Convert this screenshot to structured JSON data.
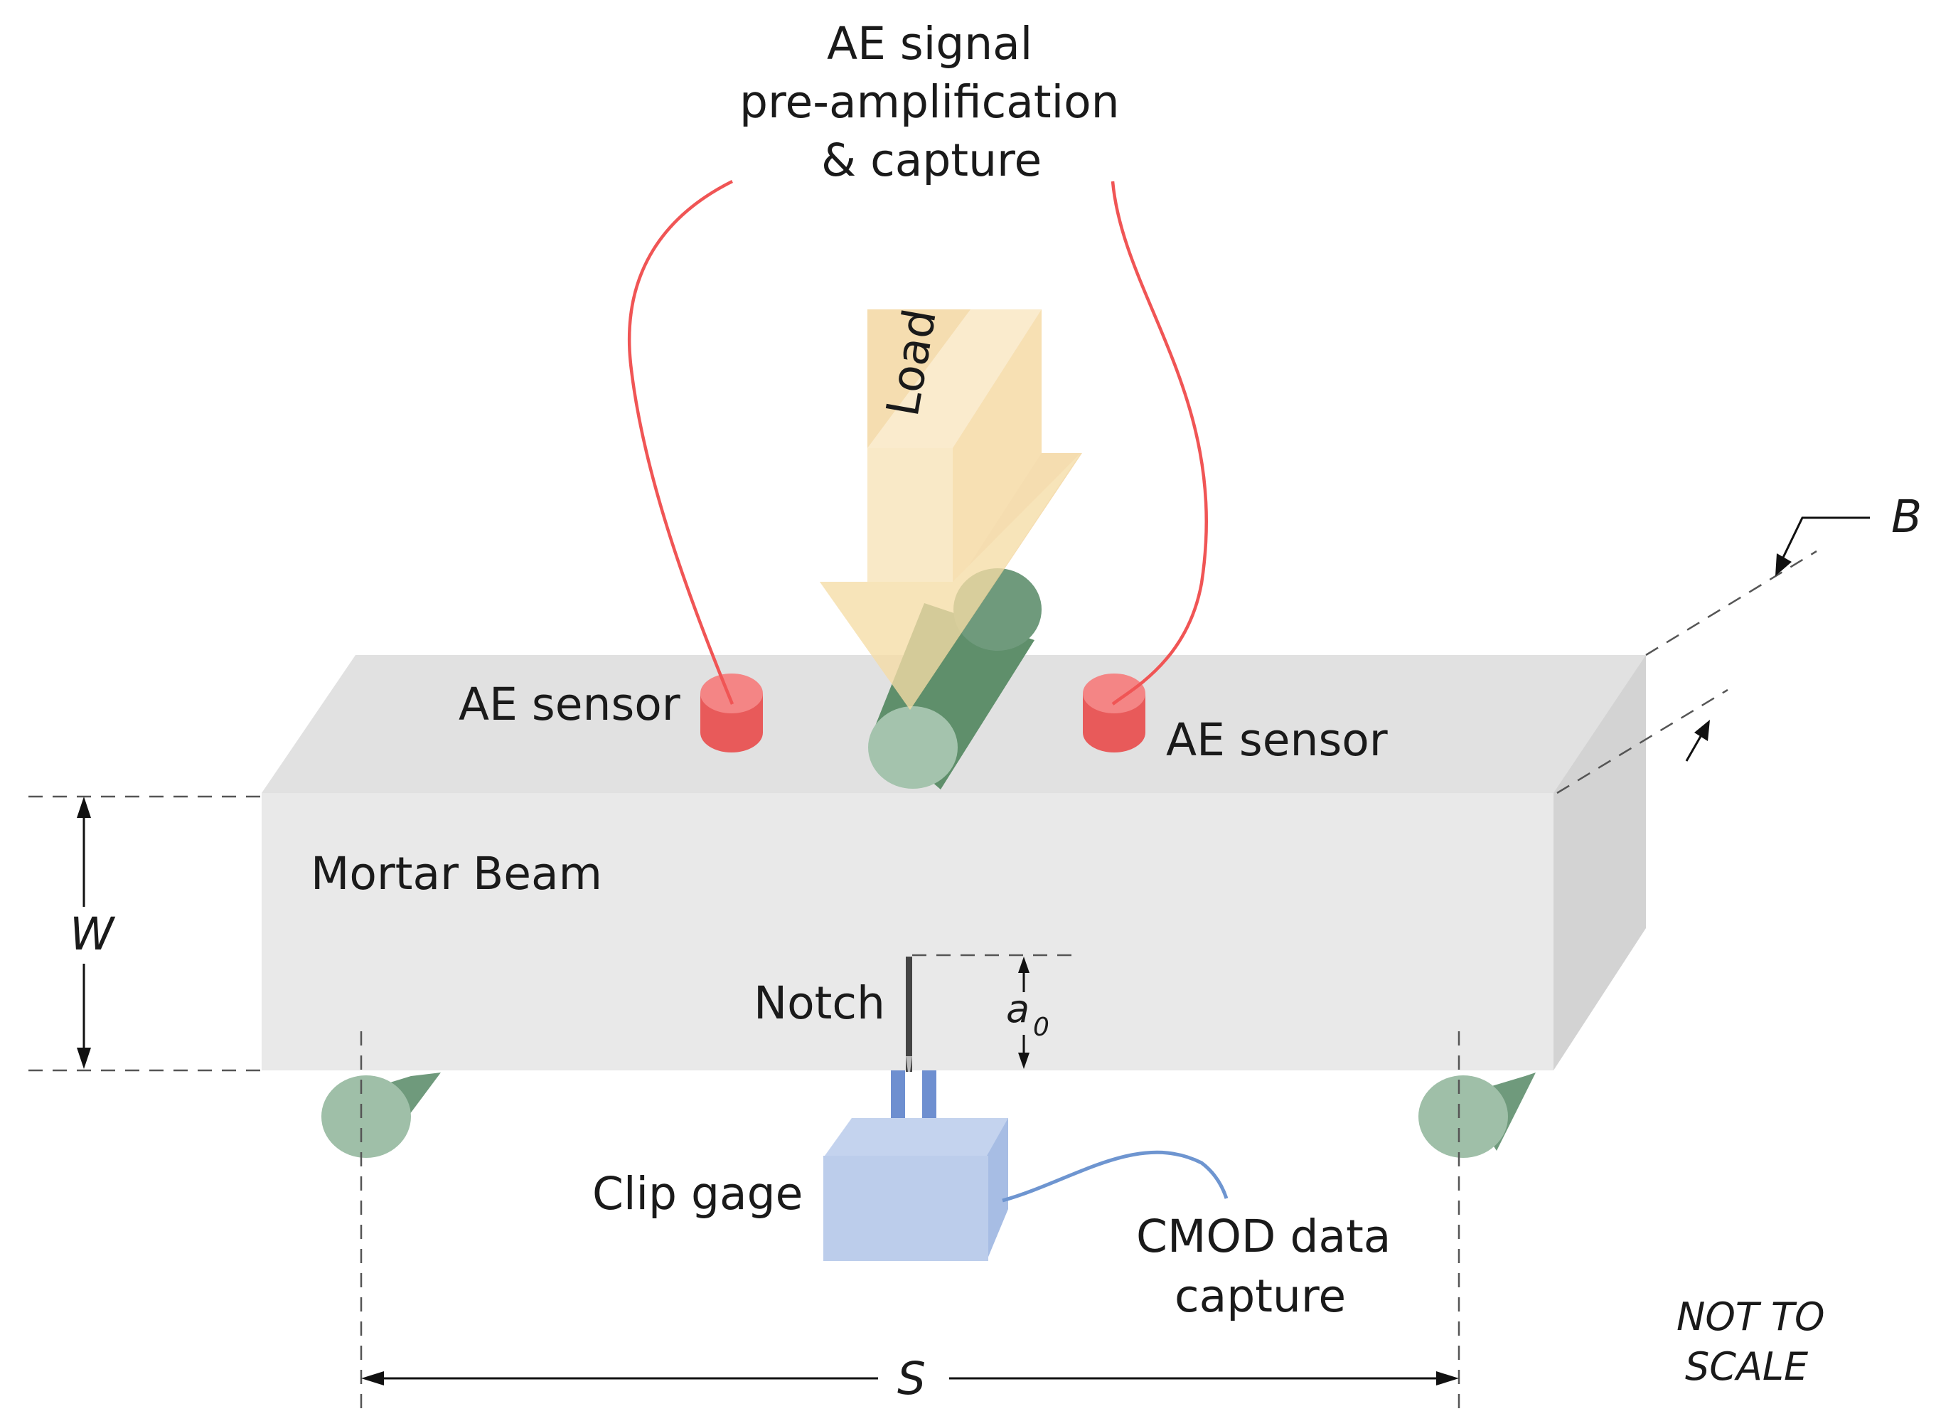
{
  "labels": {
    "ae_signal_line1": "AE signal",
    "ae_signal_line2": "pre-amplification",
    "ae_signal_line3": "& capture",
    "load": "Load",
    "ae_sensor_left": "AE sensor",
    "ae_sensor_right": "AE sensor",
    "mortar_beam": "Mortar Beam",
    "notch": "Notch",
    "notch_depth_symbol": "a",
    "notch_depth_subscript": "0",
    "width_symbol": "W",
    "breadth_symbol": "B",
    "span_symbol": "S",
    "clip_gage": "Clip gage",
    "cmod_line1": "CMOD data",
    "cmod_line2": "capture",
    "not_to_scale_line1": "NOT TO",
    "not_to_scale_line2": "SCALE"
  },
  "colors": {
    "beam_front": "#e8e8e8",
    "beam_top": "#e0e0e0",
    "beam_side": "#d2d2d2",
    "roller": "#8fb39a",
    "sensor": "#f26b6b",
    "cable": "#ee5555",
    "load_arrow": "#f7d68f",
    "clip_gage": "#b8c9e8",
    "clip_cable": "#6e95d0"
  }
}
